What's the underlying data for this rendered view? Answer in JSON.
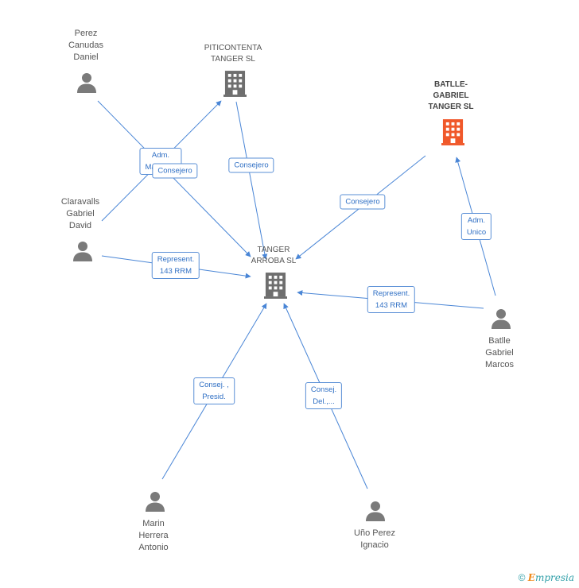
{
  "nodes": {
    "perez": {
      "label": "Perez\nCanudas\nDaniel",
      "type": "person"
    },
    "piticontenta": {
      "label": "PITICONTENTA\nTANGER SL",
      "type": "company"
    },
    "batlle_gabriel_tanger": {
      "label": "BATLLE-\nGABRIEL\nTANGER SL",
      "type": "company",
      "highlight": true
    },
    "claravalls": {
      "label": "Claravalls\nGabriel\nDavid",
      "type": "person"
    },
    "tanger_arroba": {
      "label": "TANGER\nARROBA SL",
      "type": "company"
    },
    "batlle_marcos": {
      "label": "Batlle\nGabriel\nMarcos",
      "type": "person"
    },
    "marin": {
      "label": "Marin\nHerrera\nAntonio",
      "type": "person"
    },
    "uno": {
      "label": "Uño Perez\nIgnacio",
      "type": "person"
    }
  },
  "edges": {
    "perez_adm": "Adm.\nMancom.",
    "perez_consejero": "Consejero",
    "piticontenta_consejero": "Consejero",
    "batlle_consejero": "Consejero",
    "batlle_adm": "Adm.\nUnico",
    "claravalls_represent": "Represent.\n143 RRM",
    "marcos_represent": "Represent.\n143 RRM",
    "marin_consej": "Consej. ,\nPresid.",
    "uno_consej": "Consej.\nDel.,..."
  },
  "colors": {
    "edge": "#4a86d6",
    "person_icon": "#7a7a7a",
    "company_icon": "#6e6e6e",
    "highlight_icon": "#f0582a"
  },
  "icons": {
    "person": "person-icon",
    "company": "building-icon"
  },
  "copyright": {
    "symbol": "©",
    "brand_first": "E",
    "brand_rest": "mpresia"
  }
}
